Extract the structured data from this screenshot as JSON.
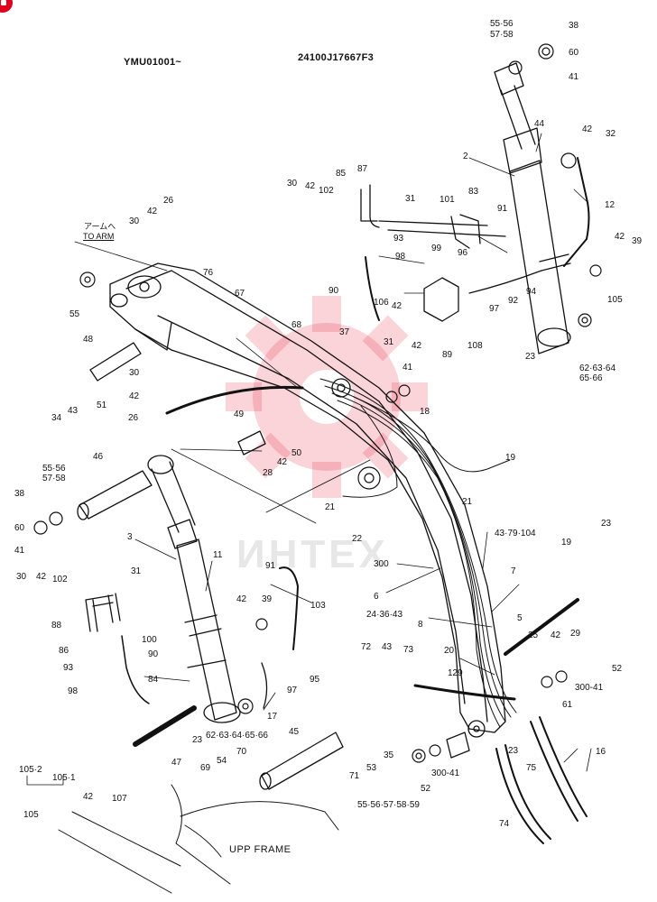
{
  "header": {
    "model_code": "YMU01001~",
    "drawing_code": "24100J17667F3"
  },
  "footer": {
    "frame_label": "UPP FRAME"
  },
  "watermark": {
    "text": "ИНТЕХ",
    "color": "#e1001e"
  },
  "callouts": {
    "to_arm_jp": "アームへ",
    "to_arm": "TO ARM",
    "c1": "55·56",
    "c2": "57·58",
    "c3": "38",
    "c4": "60",
    "c5": "41",
    "c6": "44",
    "c7": "42",
    "c8": "32",
    "c9": "2",
    "c10": "12",
    "c11": "42",
    "c12": "39",
    "c13": "105",
    "c14": "62·63·64",
    "c15": "65·66",
    "c16": "23",
    "c17": "108",
    "c18": "89",
    "c19": "97",
    "c20": "92",
    "c21": "94",
    "c22": "96",
    "c23": "99",
    "c24": "91",
    "c25": "83",
    "c26": "101",
    "c27": "31",
    "c28": "87",
    "c29": "85",
    "c30": "102",
    "c31": "42",
    "c32": "30",
    "c33": "93",
    "c34": "98",
    "c35": "90",
    "c36": "106",
    "c37": "42",
    "c38": "31",
    "c39": "42",
    "c40": "26",
    "c41": "42",
    "c42": "30",
    "c43": "76",
    "c44": "67",
    "c45": "55",
    "c46": "68",
    "c47": "37",
    "c48": "48",
    "c49": "41",
    "c50": "18",
    "c51": "30",
    "c52": "42",
    "c53": "26",
    "c54": "34",
    "c55": "43",
    "c56": "51",
    "c57": "49",
    "c58": "50",
    "c59": "42",
    "c60": "28",
    "c61": "19",
    "c62": "21",
    "c63": "21",
    "c64": "22",
    "c65": "46",
    "c66": "55·56",
    "c67": "57·58",
    "c68": "38",
    "c69": "60",
    "c70": "41",
    "c71": "3",
    "c72": "11",
    "c73": "300",
    "c74": "43·79·104",
    "c75": "7",
    "c76": "6",
    "c77": "24·36·43",
    "c78": "23",
    "c79": "19",
    "c80": "5",
    "c81": "8",
    "c82": "20",
    "c83": "129",
    "c84": "25",
    "c85": "42",
    "c86": "29",
    "c87": "52",
    "c88": "300-41",
    "c89": "61",
    "c90": "31",
    "c91": "30",
    "c92": "42",
    "c93": "102",
    "c94": "88",
    "c95": "86",
    "c96": "100",
    "c97": "90",
    "c98": "93",
    "c99": "98",
    "c100": "84",
    "c101": "42",
    "c102": "39",
    "c103": "91",
    "c104": "103",
    "c105": "95",
    "c106": "97",
    "c107": "17",
    "c108": "23",
    "c109": "62·63·64·65·66",
    "c110": "72",
    "c111": "43",
    "c112": "73",
    "c113": "45",
    "c114": "53",
    "c115": "35",
    "c116": "71",
    "c117": "52",
    "c118": "300-41",
    "c119": "55·56·57·58·59",
    "c120": "23",
    "c121": "16",
    "c122": "75",
    "c123": "74",
    "c124": "105·2",
    "c125": "105·1",
    "c126": "42",
    "c127": "107",
    "c128": "105",
    "c129": "47",
    "c130": "69",
    "c131": "54",
    "c132": "70"
  }
}
